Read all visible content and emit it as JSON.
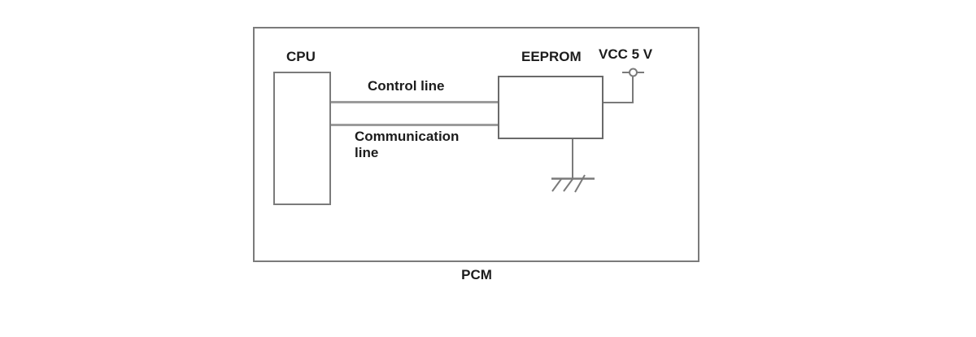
{
  "diagram": {
    "outer_label": "PCM",
    "blocks": {
      "cpu": {
        "label": "CPU"
      },
      "eeprom": {
        "label": "EEPROM"
      }
    },
    "power": {
      "vcc_label": "VCC 5 V",
      "ground": "chassis-ground-symbol"
    },
    "wires": {
      "control": {
        "label": "Control line"
      },
      "communication": {
        "label": "Communication line"
      }
    }
  },
  "colors": {
    "background": "#ffffff",
    "box_border": "#7b7b7b",
    "eeprom_border": "#6a6a6a",
    "wire": "#9b9b9b",
    "thin_wire": "#7a7a7a",
    "text": "#1c1c1c"
  }
}
